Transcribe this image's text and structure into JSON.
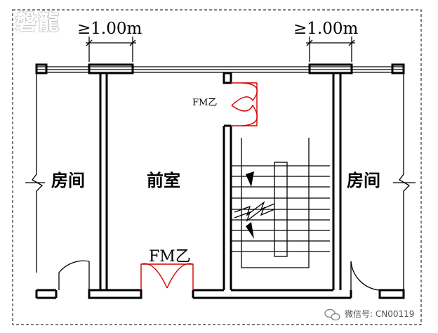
{
  "watermark_logo": "磐龍",
  "dimensions": {
    "left": "≥1.00m",
    "right": "≥1.00m"
  },
  "rooms": {
    "left": "房间",
    "anteroom": "前室",
    "right": "房间"
  },
  "doors": {
    "upper": "FM乙",
    "lower": "FM乙"
  },
  "wechat": {
    "label": "微信号: CN00119"
  },
  "colors": {
    "wall": "#000000",
    "door": "#d40000",
    "border": "#000000"
  }
}
